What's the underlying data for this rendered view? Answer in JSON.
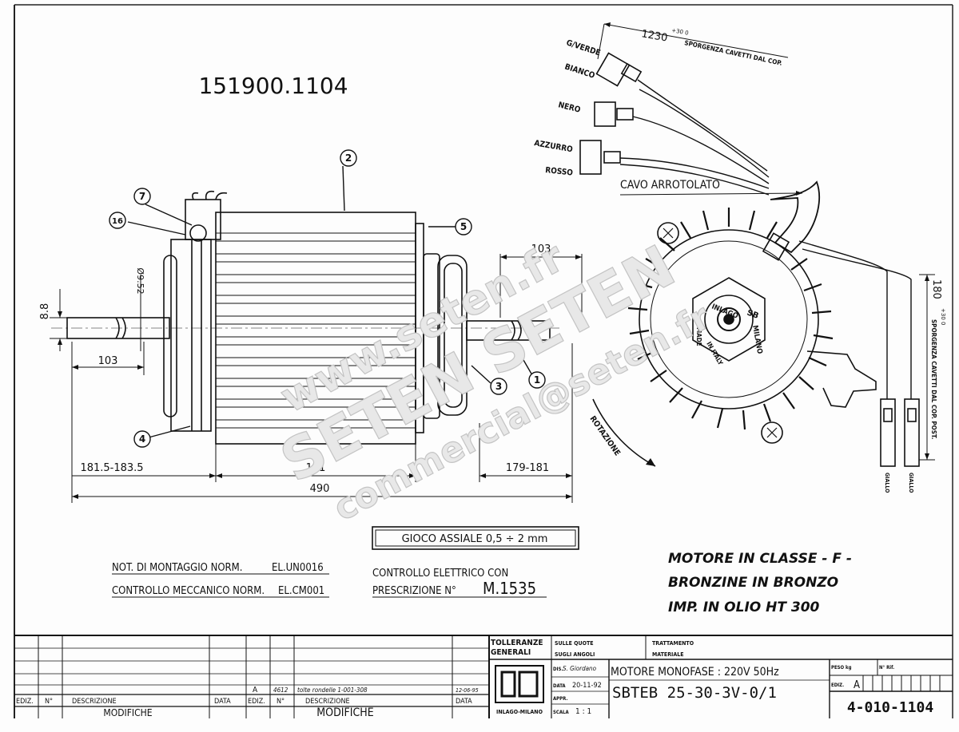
{
  "drawing": {
    "code": "151900.1104",
    "part_number": "4-010-1104",
    "title_model": "SBTEB 25-30-3V-0/1",
    "motor_spec": "MOTORE MONOFASE : 220V   50Hz"
  },
  "wires": {
    "labels": [
      "G/VERDE",
      "BIANCO",
      "NERO",
      "AZZURRO",
      "ROSSO"
    ],
    "cable_note": "CAVO ARROTOLATO",
    "lead_length": "1230",
    "lead_tol": "+30 0",
    "lead_note": "SPORGENZA CAVETTI DAL COP.",
    "post_length": "180",
    "post_tol": "+30 0",
    "post_note": "SPORGENZA CAVETTI DAL COP. POST.",
    "post_leads": [
      "GIALLO",
      "GIALLO"
    ]
  },
  "callouts": [
    "1",
    "2",
    "3",
    "4",
    "5",
    "7",
    "16"
  ],
  "dimensions": {
    "shaft_dia": "8.8",
    "shaft_dia_2": "Ø9.52",
    "left_shaft": "103",
    "right_shaft": "103",
    "left_len": "181.5-183.5",
    "body_len": "111",
    "right_len": "179-181",
    "total_len": "490"
  },
  "hub": {
    "lines": [
      "INLAGO",
      "MILANO",
      "MADE",
      "IN ITALY"
    ],
    "logo": "SB"
  },
  "rotation": "ROTAZIONE",
  "notes": {
    "gioco": "GIOCO ASSIALE  0,5 ÷ 2 mm",
    "montaggio_label": "NOT. DI MONTAGGIO NORM.",
    "montaggio_ref": "EL.UN0016",
    "meccanico_label": "CONTROLLO MECCANICO NORM.",
    "meccanico_ref": "EL.CM001",
    "elettrico_1": "CONTROLLO ELETTRICO CON",
    "elettrico_2": "PRESCRIZIONE N°",
    "elettrico_ref": "M.1535",
    "class_1": "MOTORE IN CLASSE - F -",
    "class_2": "BRONZINE IN BRONZO",
    "class_3": "IMP. IN OLIO HT 300"
  },
  "title_block": {
    "tolleranze": "TOLLERANZE",
    "generali": "GENERALI",
    "sulle_quote": "SULLE QUOTE",
    "sugli_angoli": "SUGLI ANGOLI",
    "trattamento": "TRATTAMENTO",
    "materiale": "MATERIALE",
    "dis_label": "DIS.",
    "dis_value": "S. Giordano",
    "data_label": "DATA",
    "data_value": "20-11-92",
    "appr_label": "APPR.",
    "scala_label": "SCALA",
    "scala_value": "1 : 1",
    "peso_label": "PESO kg",
    "n_rif_label": "N° Rif.",
    "ediz_label": "EDIZ.",
    "ediz_value": "A",
    "company": "INLAGO-MILANO",
    "rev_row": {
      "ediz": "A",
      "n": "4612",
      "desc": "tolte rondelle 1-001-308",
      "date": "12-06-95"
    },
    "headers": {
      "ediz": "EDIZ.",
      "n": "N°",
      "descrizione": "DESCRIZIONE",
      "data": "DATA",
      "modifiche": "MODIFICHE"
    }
  },
  "watermark": {
    "line1": "www.seten.fr",
    "line2": "SETEN SETEN",
    "line3": "commercial@seten.fr"
  }
}
